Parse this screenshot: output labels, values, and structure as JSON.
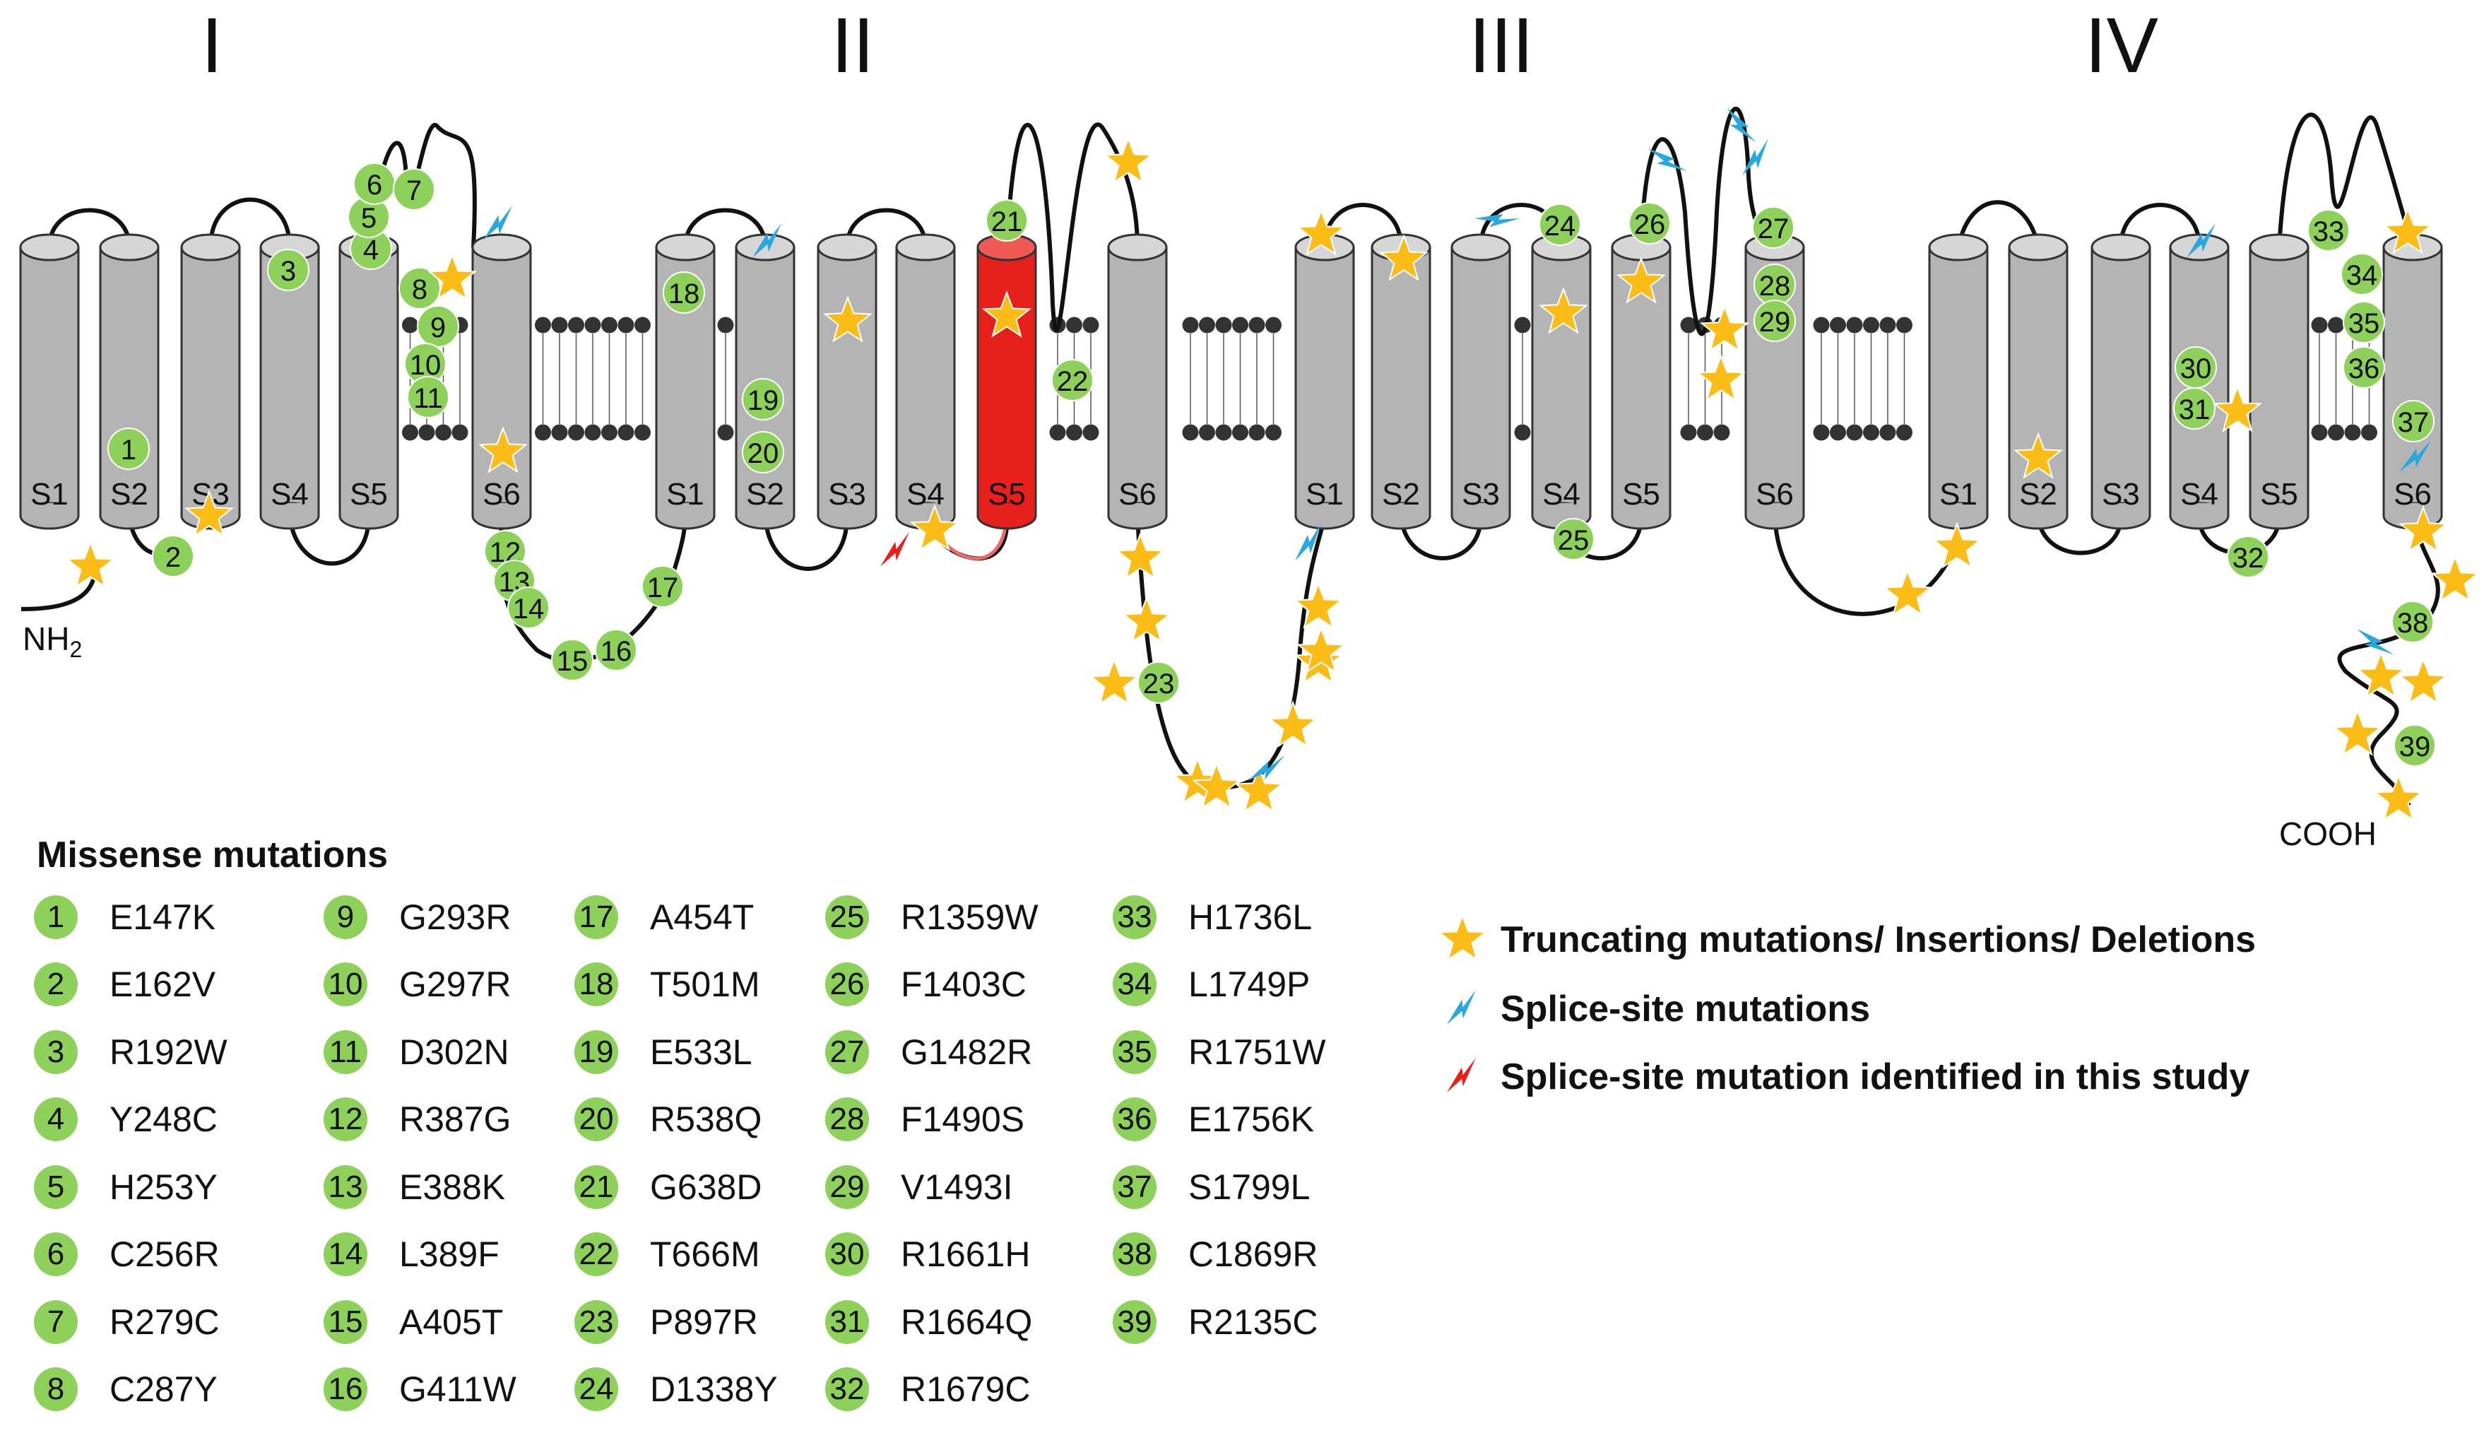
{
  "domains": [
    "I",
    "II",
    "III",
    "IV"
  ],
  "segments": [
    "S1",
    "S2",
    "S3",
    "S4",
    "S5",
    "S6"
  ],
  "termini": {
    "n": "NH",
    "n_sub": "2",
    "c": "COOH"
  },
  "colors": {
    "helix": "#b4b4b4",
    "helix_red": "#e8201c",
    "mutation_badge": "#8dd05a",
    "star": "#fbbc16",
    "splice": "#29a8e0",
    "splice_study": "#e8201c"
  },
  "legend": {
    "title": "Missense mutations",
    "mutations": [
      {
        "n": "1",
        "label": "E147K"
      },
      {
        "n": "2",
        "label": "E162V"
      },
      {
        "n": "3",
        "label": "R192W"
      },
      {
        "n": "4",
        "label": "Y248C"
      },
      {
        "n": "5",
        "label": "H253Y"
      },
      {
        "n": "6",
        "label": "C256R"
      },
      {
        "n": "7",
        "label": "R279C"
      },
      {
        "n": "8",
        "label": "C287Y"
      },
      {
        "n": "9",
        "label": "G293R"
      },
      {
        "n": "10",
        "label": "G297R"
      },
      {
        "n": "11",
        "label": "D302N"
      },
      {
        "n": "12",
        "label": "R387G"
      },
      {
        "n": "13",
        "label": "E388K"
      },
      {
        "n": "14",
        "label": "L389F"
      },
      {
        "n": "15",
        "label": "A405T"
      },
      {
        "n": "16",
        "label": "G411W"
      },
      {
        "n": "17",
        "label": "A454T"
      },
      {
        "n": "18",
        "label": "T501M"
      },
      {
        "n": "19",
        "label": "E533L"
      },
      {
        "n": "20",
        "label": "R538Q"
      },
      {
        "n": "21",
        "label": "G638D"
      },
      {
        "n": "22",
        "label": "T666M"
      },
      {
        "n": "23",
        "label": "P897R"
      },
      {
        "n": "24",
        "label": "D1338Y"
      },
      {
        "n": "25",
        "label": "R1359W"
      },
      {
        "n": "26",
        "label": "F1403C"
      },
      {
        "n": "27",
        "label": "G1482R"
      },
      {
        "n": "28",
        "label": "F1490S"
      },
      {
        "n": "29",
        "label": "V1493I"
      },
      {
        "n": "30",
        "label": "R1661H"
      },
      {
        "n": "31",
        "label": "R1664Q"
      },
      {
        "n": "32",
        "label": "R1679C"
      },
      {
        "n": "33",
        "label": "H1736L"
      },
      {
        "n": "34",
        "label": "L1749P"
      },
      {
        "n": "35",
        "label": "R1751W"
      },
      {
        "n": "36",
        "label": "E1756K"
      },
      {
        "n": "37",
        "label": "S1799L"
      },
      {
        "n": "38",
        "label": "C1869R"
      },
      {
        "n": "39",
        "label": "R2135C"
      }
    ],
    "keys": [
      {
        "icon": "star",
        "label": "Truncating mutations/ Insertions/ Deletions"
      },
      {
        "icon": "splice",
        "label": "Splice-site mutations"
      },
      {
        "icon": "splice-study",
        "label": "Splice-site mutation identified in this study"
      }
    ]
  }
}
